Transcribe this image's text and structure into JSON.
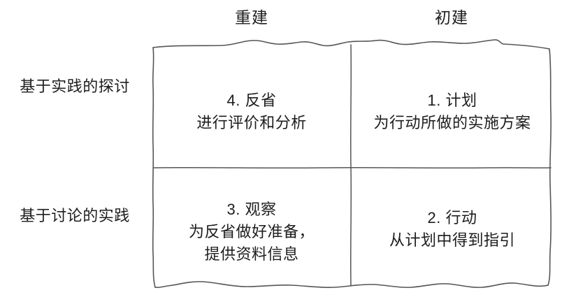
{
  "diagram": {
    "type": "2x2-matrix",
    "style": "hand-drawn sketch border",
    "line_color": "#555555",
    "text_color": "#1d1d1d",
    "background_color": "#ffffff",
    "columns": [
      {
        "label": "重建"
      },
      {
        "label": "初建"
      }
    ],
    "rows": [
      {
        "label": "基于实践的探讨"
      },
      {
        "label": "基于讨论的实践"
      }
    ],
    "cells": [
      {
        "id": "q4",
        "row": 0,
        "column": 0,
        "title": "4. 反省",
        "description_lines": [
          "进行评价和分析"
        ]
      },
      {
        "id": "q1",
        "row": 0,
        "column": 1,
        "title": "1. 计划",
        "description_lines": [
          "为行动所做的实施方案"
        ]
      },
      {
        "id": "q3",
        "row": 1,
        "column": 0,
        "title": "3. 观察",
        "description_lines": [
          "为反省做好准备，",
          "提供资料信息"
        ]
      },
      {
        "id": "q2",
        "row": 1,
        "column": 1,
        "title": "2. 行动",
        "description_lines": [
          "从计划中得到指引"
        ]
      }
    ]
  }
}
